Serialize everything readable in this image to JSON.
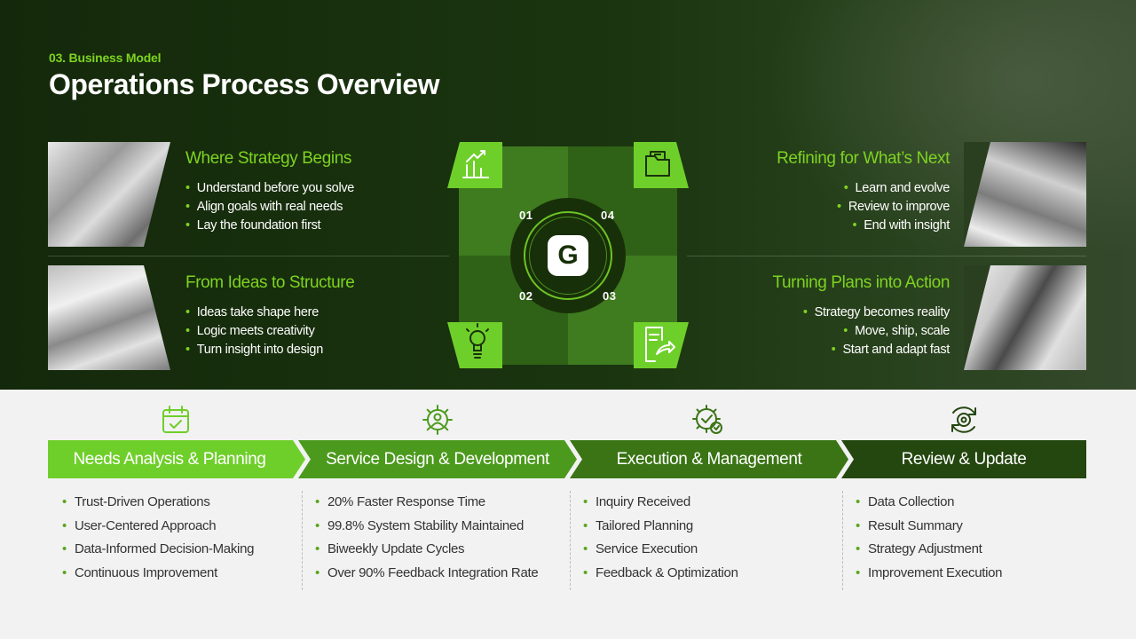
{
  "header": {
    "eyebrow": "03. Business Model",
    "title": "Operations Process Overview"
  },
  "colors": {
    "accent_green": "#7ed321",
    "dark_green": "#14290b",
    "chevron_1": "#6fcf2a",
    "chevron_2": "#4c9a1d",
    "chevron_3": "#3a7415",
    "chevron_4": "#24460f"
  },
  "quadrants": [
    {
      "title": "Where Strategy Begins",
      "bullets": [
        "Understand before you solve",
        "Align goals with real needs",
        "Lay the foundation first"
      ],
      "icon": "strategy-chess-icon"
    },
    {
      "title": "From Ideas to Structure",
      "bullets": [
        "Ideas take shape here",
        "Logic meets creativity",
        "Turn insight into design"
      ],
      "icon": "lightbulb-icon"
    },
    {
      "title": "Refining for What’s Next",
      "bullets": [
        "Learn and evolve",
        "Review to improve",
        "End with insight"
      ],
      "icon": "documents-folder-icon"
    },
    {
      "title": "Turning Plans into Action",
      "bullets": [
        "Strategy becomes reality",
        "Move, ship, scale",
        "Start and adapt fast"
      ],
      "icon": "document-share-icon"
    }
  ],
  "center": {
    "logo": "G",
    "numbers": [
      "01",
      "04",
      "02",
      "03"
    ]
  },
  "stages": [
    {
      "label": "Needs Analysis & Planning",
      "icon": "calendar-check-icon",
      "items": [
        "Trust-Driven Operations",
        "User-Centered Approach",
        "Data-Informed Decision-Making",
        "Continuous Improvement"
      ]
    },
    {
      "label": "Service Design & Development",
      "icon": "gear-user-icon",
      "items": [
        "20% Faster Response Time",
        "99.8% System Stability Maintained",
        "Biweekly Update Cycles",
        "Over 90% Feedback Integration Rate"
      ]
    },
    {
      "label": "Execution & Management",
      "icon": "gear-check-icon",
      "items": [
        "Inquiry Received",
        "Tailored Planning",
        "Service Execution",
        "Feedback & Optimization"
      ]
    },
    {
      "label": "Review & Update",
      "icon": "gear-refresh-icon",
      "items": [
        "Data Collection",
        "Result Summary",
        "Strategy Adjustment",
        "Improvement Execution"
      ]
    }
  ]
}
